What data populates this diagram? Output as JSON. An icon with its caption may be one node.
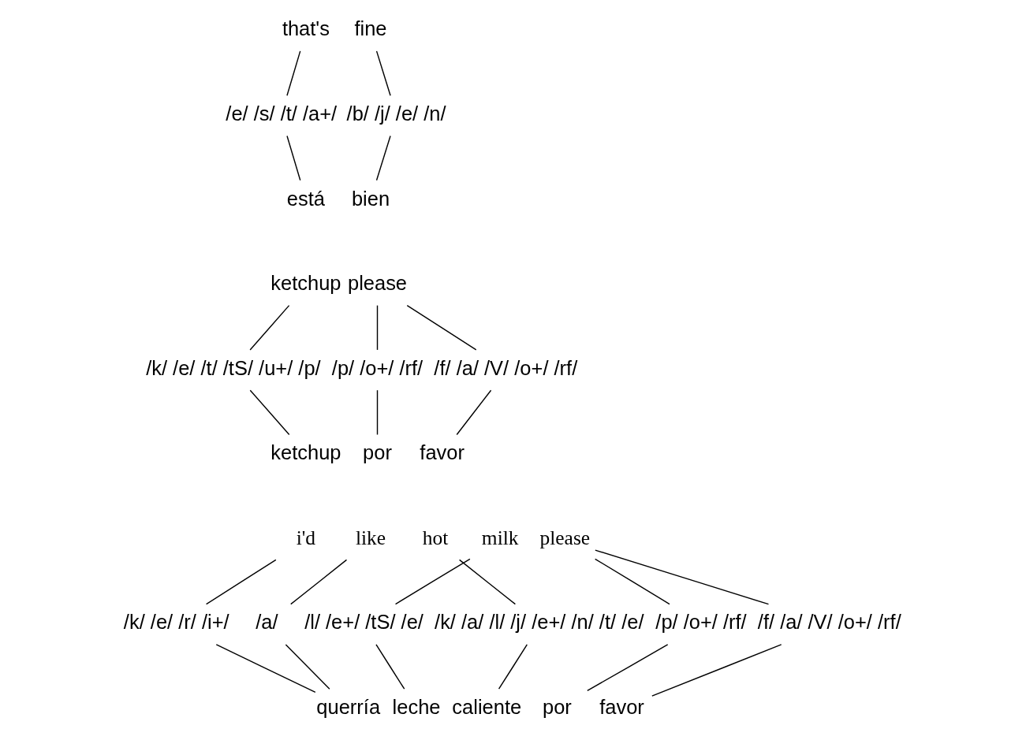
{
  "diagram": {
    "nodes": [
      {
        "text": [
          "that's"
        ]
      },
      {
        "text": [
          "fine"
        ]
      },
      {
        "text": [
          "/e/ /s/ /t/ /a+/"
        ]
      },
      {
        "text": [
          "/b/ /j/ /e/ /n/"
        ]
      },
      {
        "text": [
          "está"
        ]
      },
      {
        "text": [
          "bien"
        ]
      },
      {
        "text": [
          "ketchup"
        ]
      },
      {
        "text": [
          "please"
        ]
      },
      {
        "text": [
          "/k/ /e/ /t/ /tS/ /u+/ /p/"
        ]
      },
      {
        "text": [
          "/p/ /o+/ /rf/"
        ]
      },
      {
        "text": [
          "/f/ /a/ /V/ /o+/ /rf/"
        ]
      },
      {
        "text": [
          "ketchup"
        ]
      },
      {
        "text": [
          "por"
        ]
      },
      {
        "text": [
          "favor"
        ]
      },
      {
        "text": [
          "i'd"
        ]
      },
      {
        "text": [
          "like"
        ]
      },
      {
        "text": [
          "hot"
        ]
      },
      {
        "text": [
          "milk"
        ]
      },
      {
        "text": [
          "please"
        ]
      },
      {
        "text": [
          "/k/ /e/ /r/ /i+/"
        ]
      },
      {
        "text": [
          "/a/"
        ]
      },
      {
        "text": [
          "/l/ /e+/ /tS/ /e/"
        ]
      },
      {
        "text": [
          "/k/ /a/ /l/ /j/ /e+/ /n/ /t/ /e/"
        ]
      },
      {
        "text": [
          "/p/ /o+/ /rf/"
        ]
      },
      {
        "text": [
          "/f/ /a/ /V/ /o+/ /rf/"
        ]
      },
      {
        "text": [
          "querría"
        ]
      },
      {
        "text": [
          "leche"
        ]
      },
      {
        "text": [
          "caliente"
        ]
      },
      {
        "text": [
          "por"
        ]
      },
      {
        "text": [
          "favor"
        ]
      }
    ],
    "edges": [
      {
        "from": 0,
        "to": 2,
        "arrow": "none"
      },
      {
        "from": 1,
        "to": 3,
        "arrow": "none"
      },
      {
        "from": 2,
        "to": 4,
        "arrow": "none"
      },
      {
        "from": 3,
        "to": 5,
        "arrow": "none"
      },
      {
        "from": 6,
        "to": 8,
        "arrow": "none"
      },
      {
        "from": 7,
        "to": 9,
        "arrow": "none"
      },
      {
        "from": 7,
        "to": 10,
        "arrow": "none"
      },
      {
        "from": 8,
        "to": 11,
        "arrow": "none"
      },
      {
        "from": 9,
        "to": 12,
        "arrow": "none"
      },
      {
        "from": 10,
        "to": 13,
        "arrow": "none"
      },
      {
        "from": 14,
        "to": 19,
        "arrow": "none"
      },
      {
        "from": 15,
        "to": 20,
        "arrow": "none"
      },
      {
        "from": 16,
        "to": 22,
        "arrow": "none"
      },
      {
        "from": 17,
        "to": 21,
        "arrow": "none"
      },
      {
        "from": 18,
        "to": 23,
        "arrow": "none"
      },
      {
        "from": 18,
        "to": 24,
        "arrow": "none"
      },
      {
        "from": 19,
        "to": 25,
        "arrow": "none"
      },
      {
        "from": 20,
        "to": 25,
        "arrow": "none"
      },
      {
        "from": 21,
        "to": 26,
        "arrow": "none"
      },
      {
        "from": 22,
        "to": 27,
        "arrow": "none"
      },
      {
        "from": 23,
        "to": 28,
        "arrow": "none"
      },
      {
        "from": 24,
        "to": 29,
        "arrow": "none"
      }
    ]
  }
}
